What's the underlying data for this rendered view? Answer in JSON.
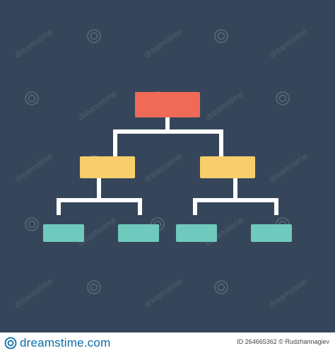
{
  "colors": {
    "background": "#35465a",
    "root": "#ef6b58",
    "level2": "#f7ce6b",
    "level3": "#6fc9bd",
    "connector": "#ffffff",
    "footer_brand": "#0a6ea7"
  },
  "watermark": {
    "text": "dreamstime"
  },
  "footer": {
    "brand": "dreamstime.com",
    "id_label": "ID 264665362",
    "separator": "©",
    "author": "Rudzhannagiev"
  }
}
